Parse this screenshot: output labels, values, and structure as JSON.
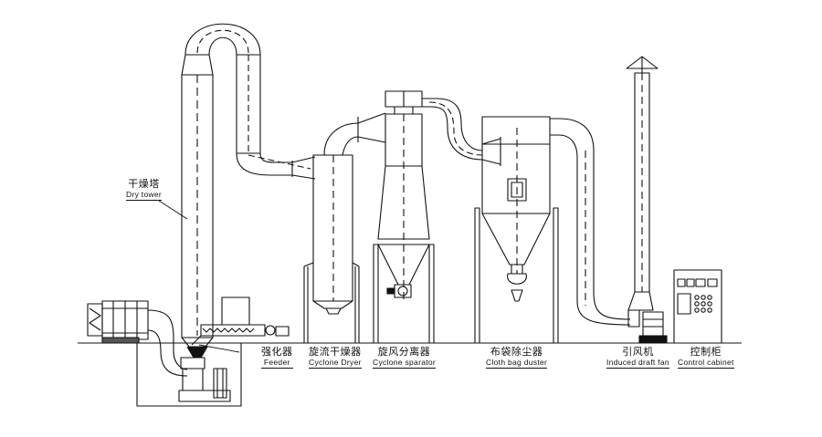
{
  "diagram": {
    "components": [
      {
        "id": "dry-tower",
        "zh": "干燥塔",
        "en": "Dry tower"
      },
      {
        "id": "feeder",
        "zh": "强化器",
        "en": "Feeder"
      },
      {
        "id": "cyclone-dryer",
        "zh": "旋流干燥器",
        "en": "Cyclone Dryer"
      },
      {
        "id": "cyclone-separator",
        "zh": "旋风分离器",
        "en": "Cyclone sparator"
      },
      {
        "id": "bag-duster",
        "zh": "布袋除尘器",
        "en": "Cloth bag duster"
      },
      {
        "id": "draft-fan",
        "zh": "引风机",
        "en": "Induced draft fan"
      },
      {
        "id": "control-cabinet",
        "zh": "控制柜",
        "en": "Control cabinet"
      }
    ]
  }
}
